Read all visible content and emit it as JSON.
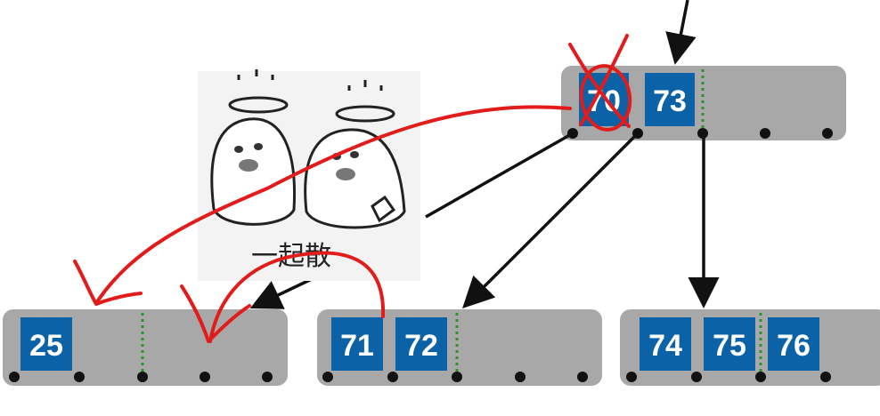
{
  "diagram": {
    "nodes": [
      {
        "id": "parent",
        "keys": [
          "70",
          "73"
        ],
        "crossed_key": "70"
      },
      {
        "id": "left-child",
        "keys": [
          "25"
        ]
      },
      {
        "id": "middle-child",
        "keys": [
          "71",
          "72"
        ]
      },
      {
        "id": "right-child",
        "keys": [
          "74",
          "75",
          "76"
        ]
      }
    ],
    "meme": {
      "caption": "一起散"
    },
    "colors": {
      "node_fill": "#a8a8a8",
      "key_fill": "#0b62a6",
      "divider": "#2f8f2f",
      "annotation": "#e21b1b",
      "edge": "#111111"
    }
  }
}
